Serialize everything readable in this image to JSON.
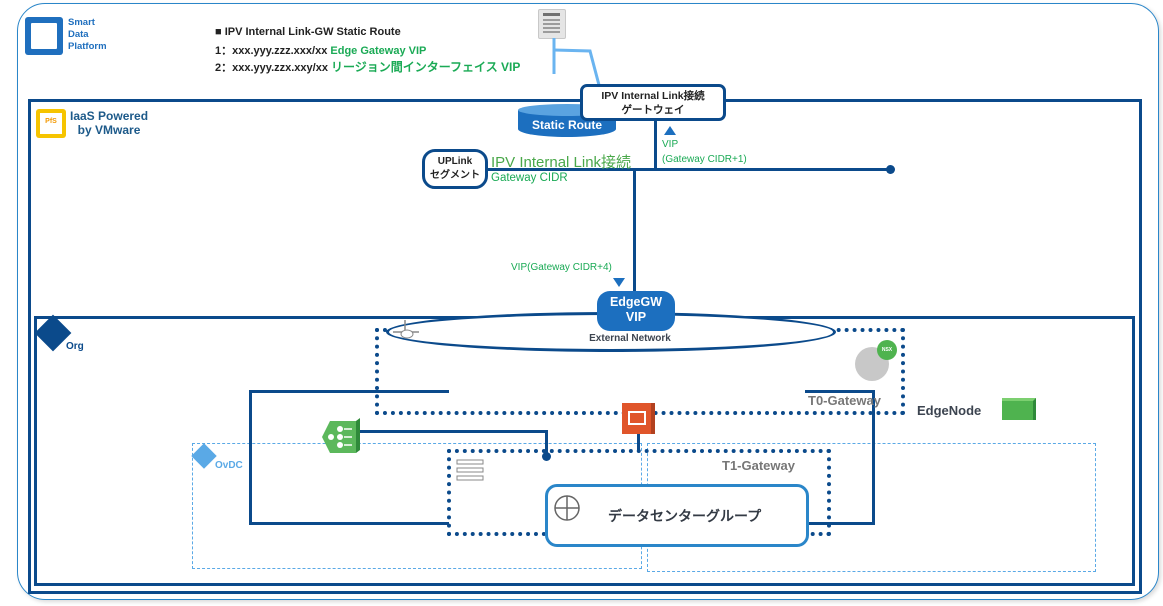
{
  "logo": {
    "lines": [
      "Smart",
      "Data",
      "Platform"
    ],
    "brand_color": "#1f6fbe"
  },
  "route_note": {
    "title": "■ IPV Internal Link-GW Static Route",
    "routes": [
      {
        "index": "1：",
        "cidr": "xxx.yyy.zzz.xxx/xx",
        "target": "Edge Gateway VIP"
      },
      {
        "index": "2：",
        "cidr": "xxx.yyy.zzx.xxy/xx",
        "target": "リージョン間インターフェイス VIP"
      }
    ]
  },
  "iaas": {
    "icon_label": "PfS",
    "title_line1": "IaaS Powered",
    "title_line2": "by VMware"
  },
  "gateway_node": {
    "line1": "IPV Internal Link接続",
    "line2": "ゲートウェイ"
  },
  "static_route": {
    "label": "Static Route"
  },
  "uplink": {
    "line1": "UPLink",
    "line2": "セグメント",
    "segment_title": "IPV Internal Link接続",
    "segment_cidr": "Gateway CIDR",
    "vip_label": "VIP",
    "vip_detail": "(Gateway CIDR+1)"
  },
  "edge_gw": {
    "vip_label": "VIP(Gateway CIDR+4)",
    "line1": "EdgeGW",
    "line2": "VIP"
  },
  "external_network": {
    "label": "External Network"
  },
  "org": {
    "label": "Org"
  },
  "ovdc": {
    "label": "OvDC"
  },
  "t0_gateway": {
    "label": "T0-Gateway",
    "badge": "NSX"
  },
  "edge_node": {
    "label": "EdgeNode"
  },
  "t1_gateway": {
    "label": "T1-Gateway"
  },
  "datacenter_group": {
    "label": "データセンターグループ"
  },
  "colors": {
    "navy": "#0b4a8b",
    "accent_blue": "#1c6fbf",
    "green_text": "#1aaa55",
    "firewall": "#e0552a",
    "green_icon": "#4fb34f",
    "ovdc_dashed": "#5aa9e6"
  }
}
